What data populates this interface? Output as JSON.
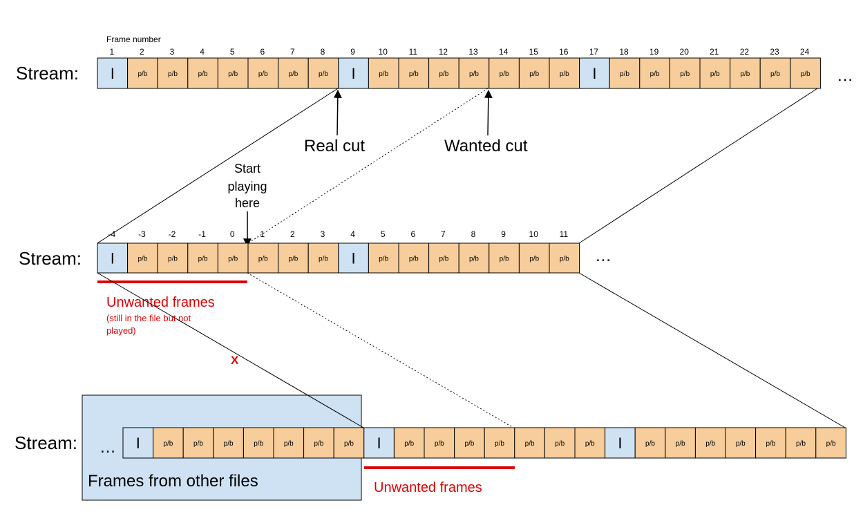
{
  "top": {
    "frame_number_label": "Frame number",
    "stream_label": "Stream:",
    "numbers": [
      "1",
      "2",
      "3",
      "4",
      "5",
      "6",
      "7",
      "8",
      "9",
      "10",
      "11",
      "12",
      "13",
      "14",
      "15",
      "16",
      "17",
      "18",
      "19",
      "20",
      "21",
      "22",
      "23",
      "24"
    ],
    "frames": [
      "I",
      "p/b",
      "p/b",
      "p/b",
      "p/b",
      "p/b",
      "p/b",
      "p/b",
      "I",
      "p/b",
      "p/b",
      "p/b",
      "p/b",
      "p/b",
      "p/b",
      "p/b",
      "I",
      "p/b",
      "p/b",
      "p/b",
      "p/b",
      "p/b",
      "p/b",
      "p/b"
    ],
    "ellipsis": "…"
  },
  "annotations": {
    "real_cut": "Real cut",
    "wanted_cut": "Wanted cut",
    "start_playing_line1": "Start",
    "start_playing_line2": "playing",
    "start_playing_line3": "here",
    "x_mark": "X"
  },
  "middle": {
    "stream_label": "Stream:",
    "numbers": [
      "-4",
      "-3",
      "-2",
      "-1",
      "0",
      "1",
      "2",
      "3",
      "4",
      "5",
      "6",
      "7",
      "8",
      "9",
      "10",
      "11"
    ],
    "frames": [
      "I",
      "p/b",
      "p/b",
      "p/b",
      "p/b",
      "p/b",
      "p/b",
      "p/b",
      "I",
      "p/b",
      "p/b",
      "p/b",
      "p/b",
      "p/b",
      "p/b",
      "p/b"
    ],
    "ellipsis": "…",
    "unwanted_label": "Unwanted frames",
    "unwanted_note_line1": "(still in the file but not",
    "unwanted_note_line2": "played)"
  },
  "bottom": {
    "stream_label": "Stream:",
    "leading_ellipsis": "…",
    "frames": [
      "I",
      "p/b",
      "p/b",
      "p/b",
      "p/b",
      "p/b",
      "p/b",
      "p/b",
      "I",
      "p/b",
      "p/b",
      "p/b",
      "p/b",
      "p/b",
      "p/b",
      "p/b",
      "I",
      "p/b",
      "p/b",
      "p/b",
      "p/b",
      "p/b",
      "p/b",
      "p/b"
    ],
    "other_files_label": "Frames from other files",
    "unwanted_label": "Unwanted frames"
  },
  "colors": {
    "i_frame": "#cfe2f3",
    "pb_frame": "#f6cd9b",
    "unwanted": "#e00000",
    "other_files_box": "#cfe2f3"
  }
}
